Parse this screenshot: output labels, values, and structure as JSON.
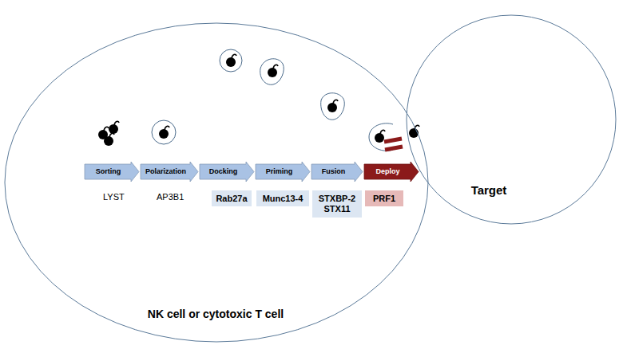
{
  "diagram": {
    "nodes": [
      {
        "text": [
          "NK cell or cytotoxic T cell"
        ]
      },
      {
        "text": [
          "Sorting"
        ],
        "in": 0
      },
      {
        "text": [
          "Polarization"
        ],
        "in": 0
      },
      {
        "text": [
          "Docking"
        ],
        "in": 0
      },
      {
        "text": [
          "Priming"
        ],
        "in": 0
      },
      {
        "text": [
          "Fusion"
        ],
        "in": 0
      },
      {
        "text": [
          "Deploy"
        ],
        "in": 0
      },
      {
        "text": [
          "Rab27a"
        ],
        "in": 0
      },
      {
        "text": [
          "Munc13-4"
        ],
        "in": 0
      },
      {
        "text": [
          "STXBP-2 STX11"
        ],
        "in": 0
      },
      {
        "text": [
          "PRF1"
        ],
        "in": 0
      },
      {
        "text": [
          "Target"
        ]
      }
    ],
    "labels": [
      "LYST",
      "AP3B1"
    ]
  }
}
